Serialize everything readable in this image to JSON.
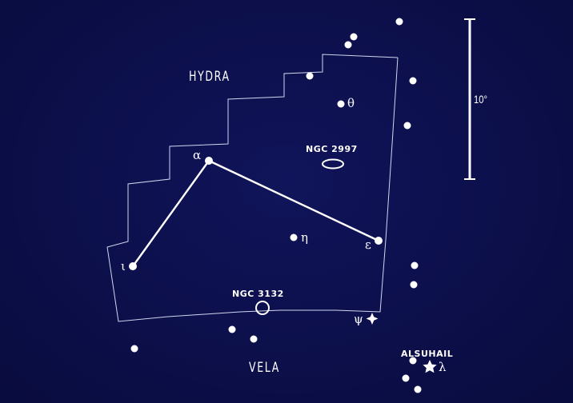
{
  "constellations": {
    "top": "HYDRA",
    "bottom": "VELA"
  },
  "objects": {
    "galaxy": "NGC 2997",
    "nebula": "NGC 3132",
    "named_star": "ALSUHAIL"
  },
  "greek_labels": {
    "theta": "θ",
    "alpha": "α",
    "eta": "η",
    "epsilon": "ε",
    "iota": "ι",
    "psi": "ψ",
    "lambda": "λ"
  },
  "scale_bar": {
    "label": "10°"
  },
  "colors": {
    "background": "#0c0f4a",
    "ink": "#ffffff"
  }
}
